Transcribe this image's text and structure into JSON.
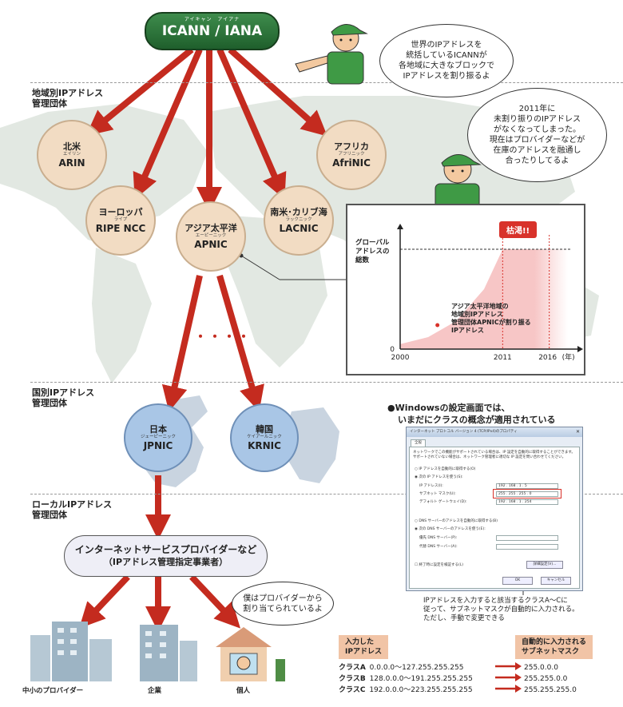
{
  "icann": {
    "ruby": "アイキャン　アイアナ",
    "label": "ICANN / IANA"
  },
  "speech": {
    "top": [
      "世界のIPアドレスを",
      "統括しているICANNが",
      "各地域に大きなブロックで",
      "IPアドレスを割り振るよ"
    ],
    "middle": [
      "2011年に",
      "未割り振りのIPアドレス",
      "がなくなってしまった。",
      "現在はプロバイダーなどが",
      "在庫のアドレスを融通し",
      "合ったりしてるよ"
    ],
    "bottom": [
      "僕はプロバイダーから",
      "割り当てられているよ"
    ]
  },
  "sections": {
    "rir": [
      "地域別IPアドレス",
      "管理団体"
    ],
    "nir": [
      "国別IPアドレス",
      "管理団体"
    ],
    "lir": [
      "ローカルIPアドレス",
      "管理団体"
    ]
  },
  "rirs": [
    {
      "jp": "北米",
      "ruby": "エイリン",
      "en": "ARIN"
    },
    {
      "jp": "ヨーロッパ",
      "ruby": "ライプ",
      "en": "RIPE NCC"
    },
    {
      "jp": "アジア太平洋",
      "ruby": "エーピーニック",
      "en": "APNIC"
    },
    {
      "jp": "南米･カリブ海",
      "ruby": "ラックニック",
      "en": "LACNIC"
    },
    {
      "jp": "アフリカ",
      "ruby": "アフリニック",
      "en": "AfriNIC"
    }
  ],
  "ellipsis": "・・・・",
  "nirs": [
    {
      "jp": "日本",
      "ruby": "ジェーピーニック",
      "en": "JPNIC"
    },
    {
      "jp": "韓国",
      "ruby": "ケイアールニック",
      "en": "KRNIC"
    }
  ],
  "isp": {
    "line1": "インターネットサービスプロバイダーなど",
    "line2": "（IPアドレス管理指定事業者）"
  },
  "buildings": [
    "中小のプロバイダー",
    "企業",
    "個人"
  ],
  "chart_data": {
    "type": "area",
    "ylabel": [
      "グローバル",
      "アドレスの",
      "総数"
    ],
    "x_ticks": [
      "2000",
      "2011",
      "2016",
      "(年)"
    ],
    "y_tick": "0",
    "badge": "枯渇!!",
    "annotation": [
      "アジア太平洋地域の",
      "地域別IPアドレス",
      "管理団体APNICが割り振る",
      "IPアドレス"
    ],
    "x": [
      2000,
      2003,
      2006,
      2009,
      2011,
      2016
    ],
    "y": [
      0.05,
      0.12,
      0.28,
      0.6,
      1.0,
      1.0
    ]
  },
  "windows": {
    "heading": [
      "●Windowsの設定画面では、",
      "いまだにクラスの概念が適用されている"
    ],
    "title": "インターネット プロトコル バージョン 4 (TCP/IPv4)のプロパティ",
    "tab": "全般",
    "desc": [
      "ネットワークでこの機能がサポートされている場合は、IP 設定を自動的に取得することができます。",
      "サポートされていない場合は、ネットワーク管理者に適切な IP 設定を問い合わせてください。"
    ],
    "auto_ip": "IP アドレスを自動的に取得する(O)",
    "manual_ip": "次の IP アドレスを使う(S):",
    "ip_label": "IP アドレス(I):",
    "ip_value": "192 . 168 . 1 . 5",
    "mask_label": "サブネット マスク(U):",
    "mask_value": "255 . 255 . 255 . 0",
    "gw_label": "デフォルト ゲートウェイ(D):",
    "gw_value": "192 . 168 . 1 . 254",
    "auto_dns": "DNS サーバーのアドレスを自動的に取得する(B)",
    "manual_dns": "次の DNS サーバーのアドレスを使う(E):",
    "dns1_label": "優先 DNS サーバー(P):",
    "dns2_label": "代替 DNS サーバー(A):",
    "validate": "終了時に設定を検証する(L)",
    "advanced": "詳細設定(V)...",
    "ok": "OK",
    "cancel": "キャンセル"
  },
  "windows_note": [
    "IPアドレスを入力すると該当するクラスA～Cに",
    "従って、サブネットマスクが自動的に入力される。",
    "ただし、手動で変更できる"
  ],
  "class_table": {
    "header_left": [
      "入力した",
      "IPアドレス"
    ],
    "header_right": [
      "自動的に入力される",
      "サブネットマスク"
    ],
    "rows": [
      {
        "cls": "クラスA",
        "range": "0.0.0.0～127.255.255.255",
        "mask": "255.0.0.0"
      },
      {
        "cls": "クラスB",
        "range": "128.0.0.0～191.255.255.255",
        "mask": "255.255.0.0"
      },
      {
        "cls": "クラスC",
        "range": "192.0.0.0～223.255.255.255",
        "mask": "255.255.255.0"
      }
    ]
  },
  "colors": {
    "arrow": "#c42b1f",
    "rir": "#f2dcc3",
    "nir": "#a9c6e6",
    "icann": "#2e7a3e",
    "area": "#f7c6c6",
    "badge": "#d8322a"
  }
}
